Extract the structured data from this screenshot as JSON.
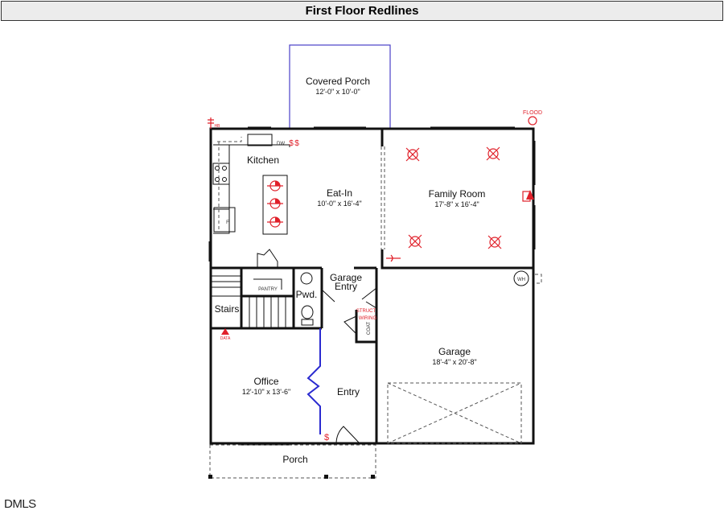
{
  "title": "First Floor Redlines",
  "rooms": {
    "covered_porch": {
      "name": "Covered Porch",
      "dims": "12'-0\" x 10'-0\""
    },
    "kitchen": {
      "name": "Kitchen"
    },
    "eat_in": {
      "name": "Eat-In",
      "dims": "10'-0\" x 16'-4\""
    },
    "family_room": {
      "name": "Family Room",
      "dims": "17'-8\" x 16'-4\""
    },
    "garage_entry": {
      "name_line1": "Garage",
      "name_line2": "Entry"
    },
    "pwd": {
      "name": "Pwd."
    },
    "stairs": {
      "name": "Stairs"
    },
    "pantry": {
      "name": "PANTRY"
    },
    "office": {
      "name": "Office",
      "dims": "12'-10\" x 13'-6\""
    },
    "entry": {
      "name": "Entry"
    },
    "garage": {
      "name": "Garage",
      "dims": "18'-4\" x 20'-8\""
    },
    "porch": {
      "name": "Porch"
    }
  },
  "fixtures": {
    "dw": "DW",
    "fridge": "F",
    "wh": "WH",
    "coat": "COAT"
  },
  "redlines": {
    "hb": "HB",
    "flood": "FLOOD",
    "data": "DATA",
    "struct_wiring_1": "STRUCT",
    "struct_wiring_2": "WIRING",
    "switch": "$"
  },
  "colors": {
    "redline": "#e0202a",
    "covered_porch_outline": "#4a3fc8",
    "office_wall": "#2a2ad0"
  },
  "logo": "DMLS"
}
